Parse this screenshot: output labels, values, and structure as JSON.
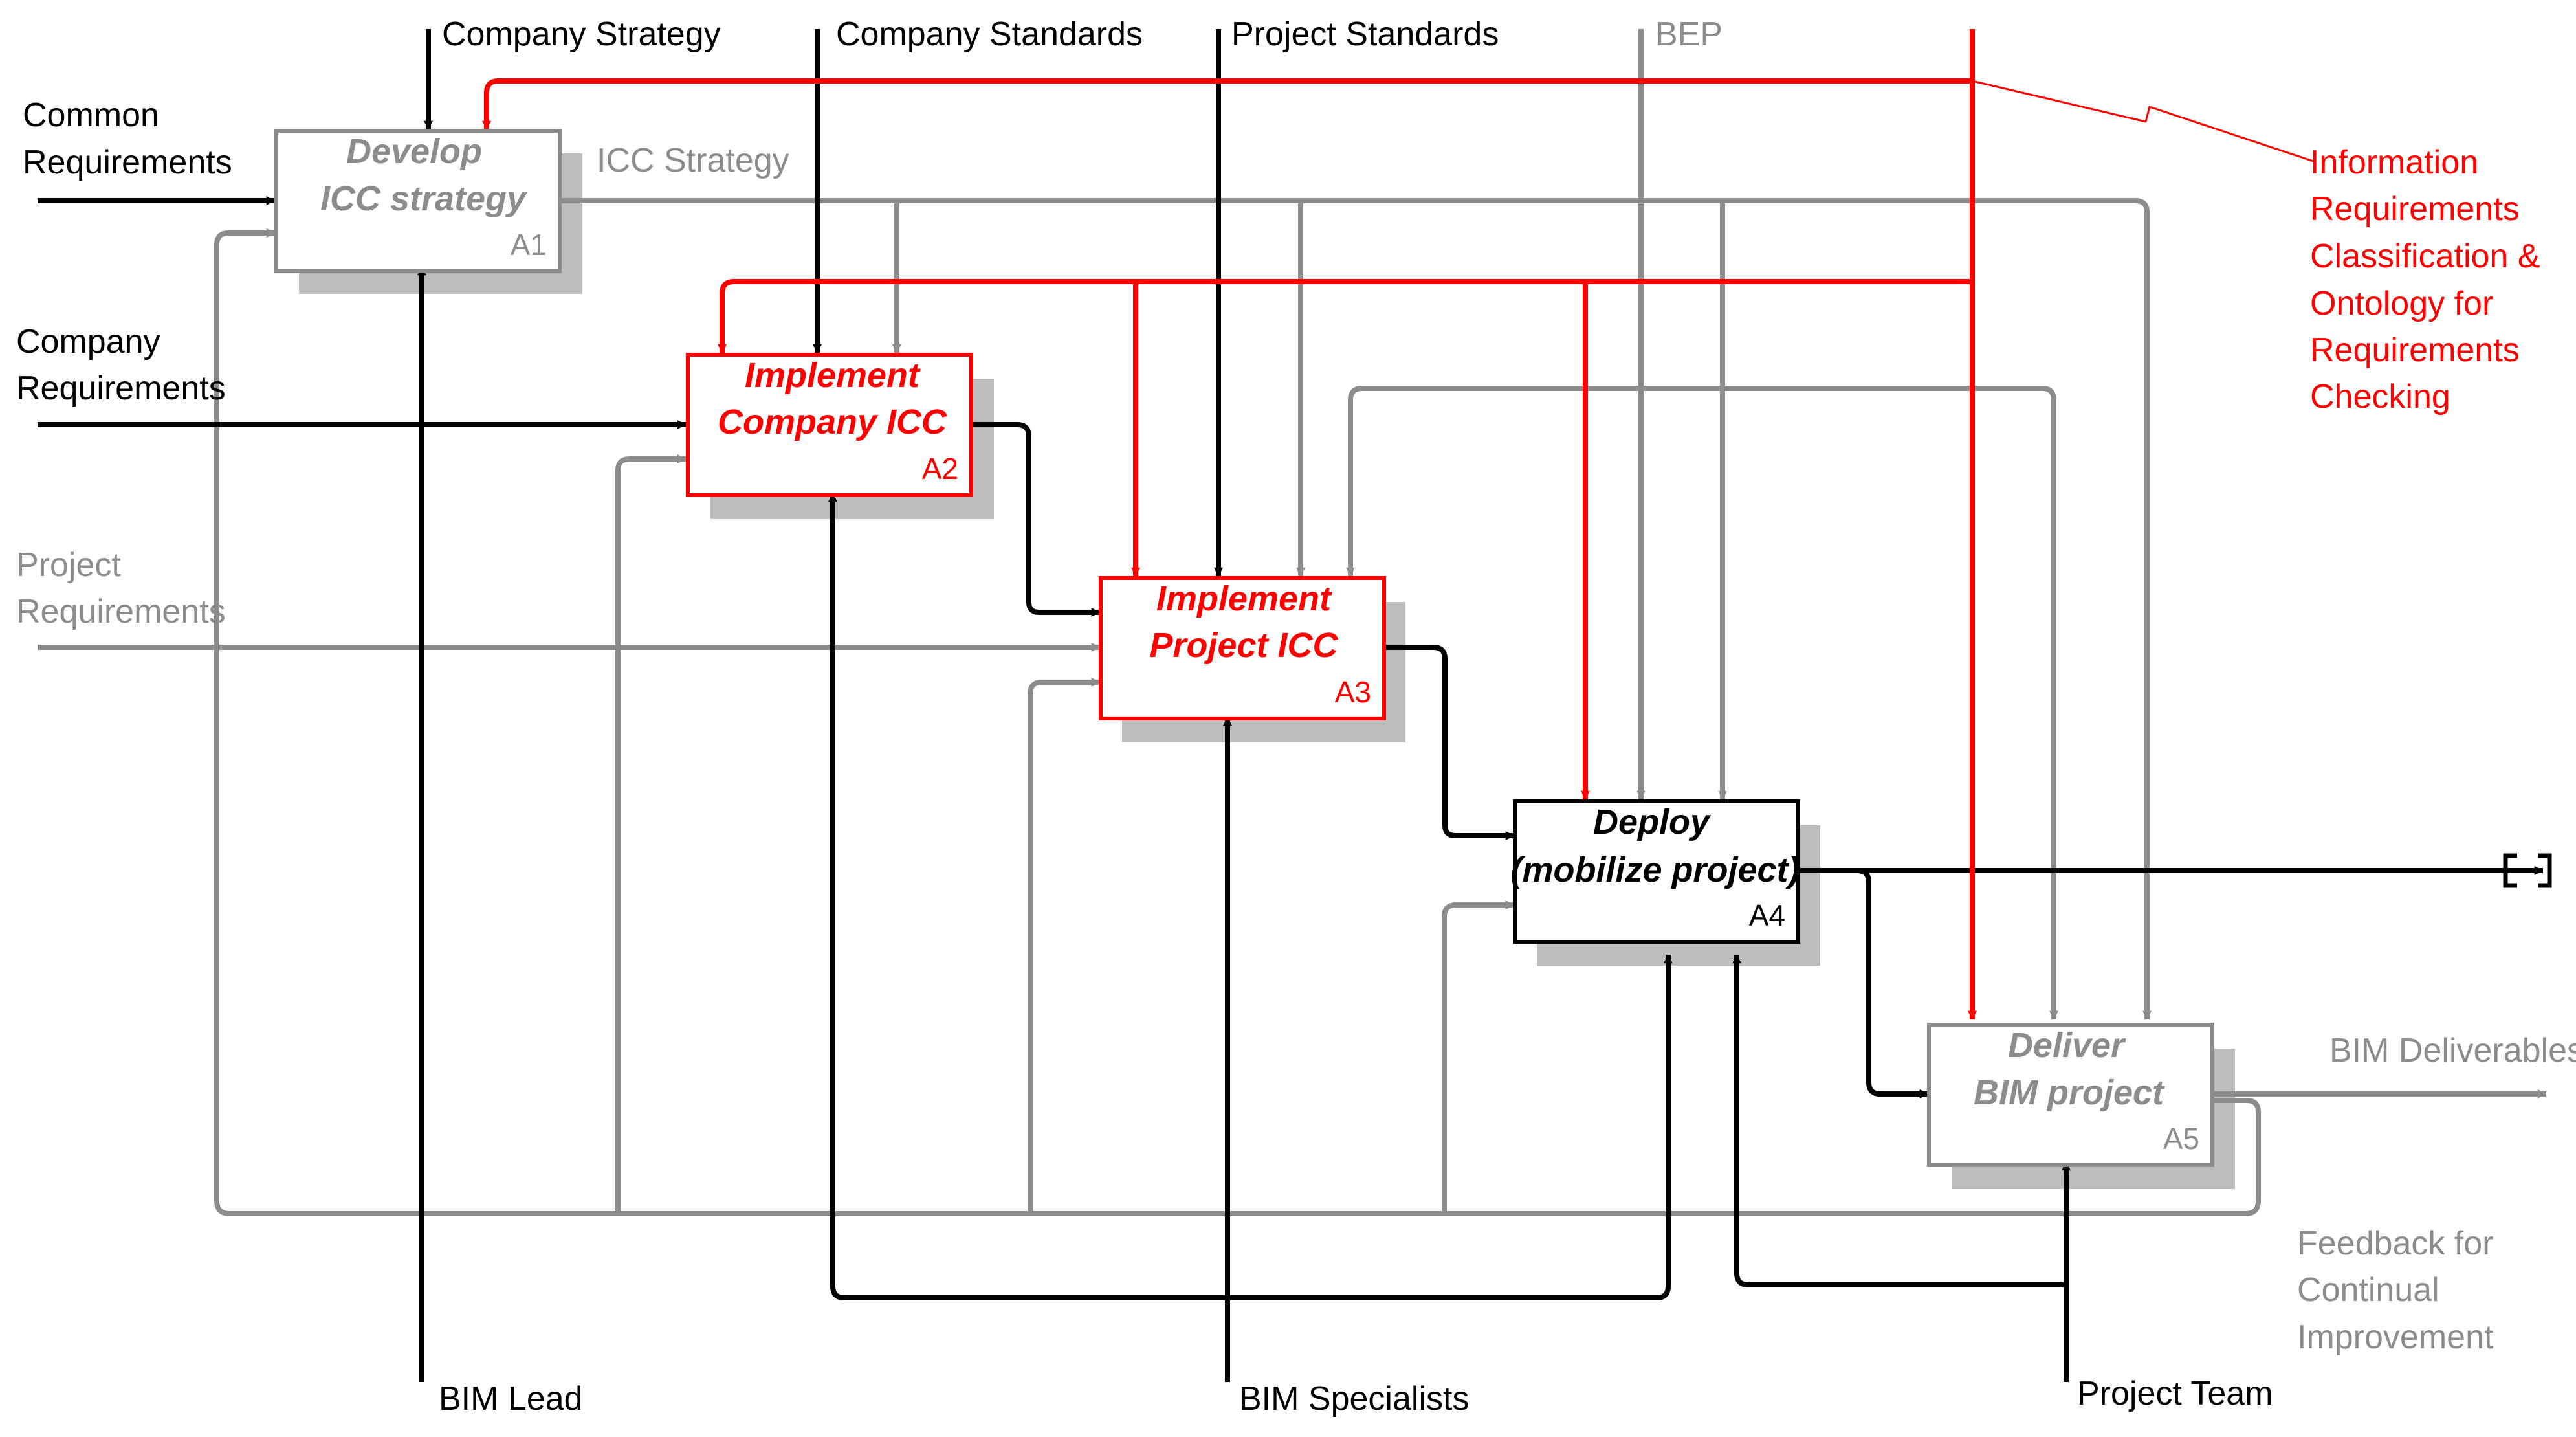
{
  "colors": {
    "black": "#000000",
    "gray": "#8c8c8c",
    "red": "#ff0000",
    "shadow": "#bdbdbd",
    "white": "#ffffff"
  },
  "boxes": {
    "a1": {
      "line1": "Develop",
      "line2": "ICC strategy",
      "number": "A1"
    },
    "a2": {
      "line1": "Implement",
      "line2": "Company ICC",
      "number": "A2"
    },
    "a3": {
      "line1": "Implement",
      "line2": "Project ICC",
      "number": "A3"
    },
    "a4": {
      "line1": "Deploy",
      "line2": "(mobilize project)",
      "number": "A4"
    },
    "a5": {
      "line1": "Deliver",
      "line2": "BIM project",
      "number": "A5"
    }
  },
  "controls": {
    "company_strategy": "Company Strategy",
    "company_standards": "Company Standards",
    "project_standards": "Project Standards",
    "bep": "BEP",
    "icc_strategy": "ICC Strategy"
  },
  "inputs": {
    "common_requirements": [
      "Common",
      "Requirements"
    ],
    "company_requirements": [
      "Company",
      "Requirements"
    ],
    "project_requirements": [
      "Project",
      "Requirements"
    ]
  },
  "mechanisms": {
    "bim_lead": "BIM Lead",
    "bim_specialists": "BIM Specialists",
    "project_team": "Project Team"
  },
  "outputs": {
    "bim_deliverables": "BIM Deliverables",
    "feedback": [
      "Feedback for",
      "Continual",
      "Improvement"
    ]
  },
  "info_requirements": [
    "Information",
    "Requirements",
    "Classification &",
    "Ontology for",
    "Requirements",
    "Checking"
  ]
}
